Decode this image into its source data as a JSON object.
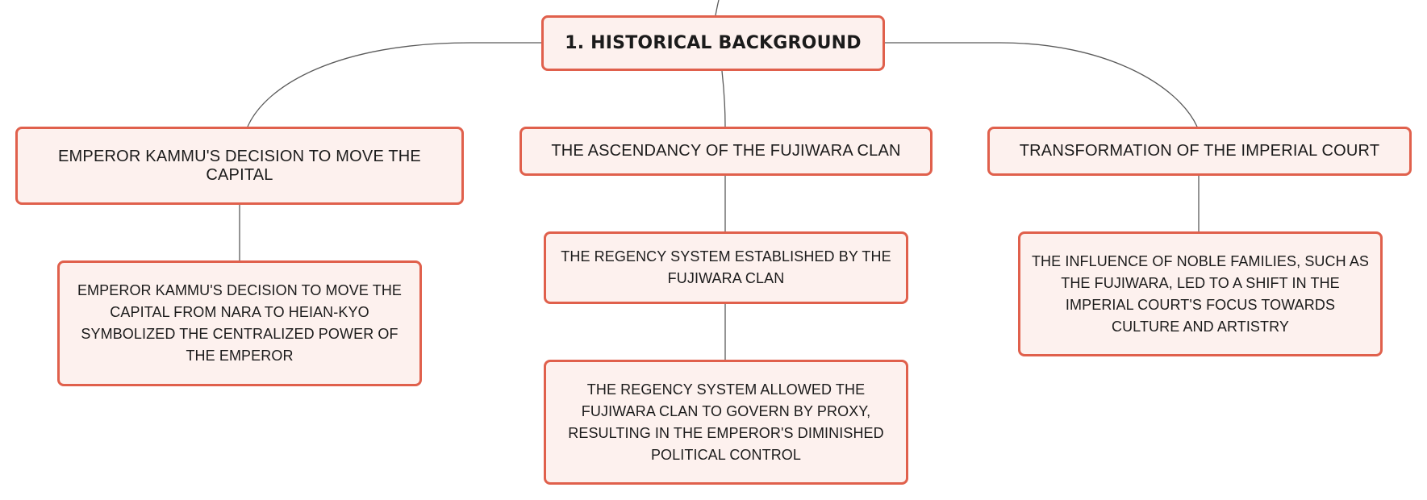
{
  "root": {
    "label": "1. HISTORICAL BACKGROUND"
  },
  "branches": [
    {
      "label": "EMPEROR KAMMU'S DECISION TO MOVE THE CAPITAL",
      "children": [
        "EMPEROR KAMMU'S DECISION TO MOVE THE CAPITAL FROM NARA TO HEIAN-KYO SYMBOLIZED THE CENTRALIZED POWER OF THE EMPEROR"
      ]
    },
    {
      "label": "THE ASCENDANCY OF THE FUJIWARA CLAN",
      "children": [
        "THE REGENCY SYSTEM ESTABLISHED BY THE FUJIWARA CLAN",
        "THE REGENCY SYSTEM ALLOWED THE FUJIWARA CLAN TO GOVERN BY PROXY, RESULTING IN THE EMPEROR'S DIMINISHED POLITICAL CONTROL"
      ]
    },
    {
      "label": "TRANSFORMATION OF THE IMPERIAL COURT",
      "children": [
        "THE INFLUENCE OF NOBLE FAMILIES, SUCH AS THE FUJIWARA, LED TO A SHIFT IN THE IMPERIAL COURT'S FOCUS TOWARDS CULTURE AND ARTISTRY"
      ]
    }
  ],
  "colors": {
    "node_fill": "#fdf1ee",
    "node_border": "#e0604c",
    "connector": "#5a5a5a",
    "text": "#1b1b1b"
  }
}
